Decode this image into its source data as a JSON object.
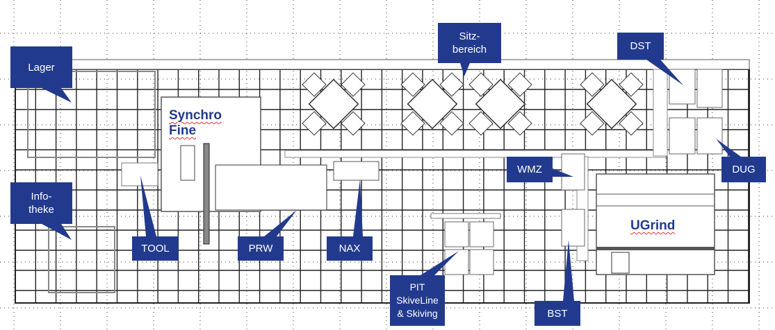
{
  "labels": {
    "lager": "Lager",
    "infotheke": "Info-\ntheke",
    "tool": "TOOL",
    "prw": "PRW",
    "nax": "NAX",
    "sitzbereich": "Sitz-\nbereich",
    "dst": "DST",
    "wmz": "WMZ",
    "dug": "DUG",
    "pit": "PIT\nSkiveLine\n& Skiving",
    "bst": "BST"
  },
  "machines": {
    "synchro_fine": "Synchro\nFine",
    "ugrind": "UGrind"
  },
  "colors": {
    "label_bg": "#223a8e",
    "grid": "#222222"
  }
}
